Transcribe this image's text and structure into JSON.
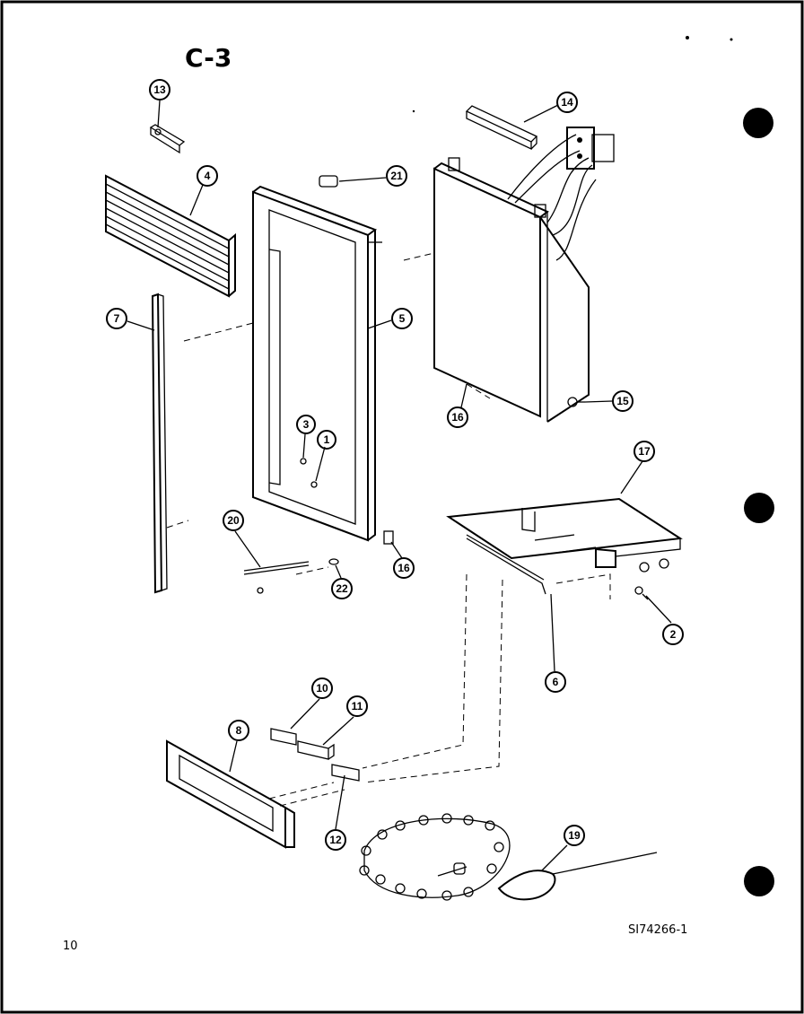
{
  "sheet_id": "C-3",
  "drawing_number": "SI74266-1",
  "page_number": "10",
  "callouts": [
    {
      "id": "c13",
      "label": "13"
    },
    {
      "id": "c14",
      "label": "14"
    },
    {
      "id": "c4",
      "label": "4"
    },
    {
      "id": "c21",
      "label": "21"
    },
    {
      "id": "c7",
      "label": "7"
    },
    {
      "id": "c5",
      "label": "5"
    },
    {
      "id": "c15",
      "label": "15"
    },
    {
      "id": "c16a",
      "label": "16"
    },
    {
      "id": "c3",
      "label": "3"
    },
    {
      "id": "c1",
      "label": "1"
    },
    {
      "id": "c17",
      "label": "17"
    },
    {
      "id": "c20",
      "label": "20"
    },
    {
      "id": "c16b",
      "label": "16"
    },
    {
      "id": "c22",
      "label": "22"
    },
    {
      "id": "c2",
      "label": "2"
    },
    {
      "id": "c6",
      "label": "6"
    },
    {
      "id": "c10",
      "label": "10"
    },
    {
      "id": "c11",
      "label": "11"
    },
    {
      "id": "c8",
      "label": "8"
    },
    {
      "id": "c12",
      "label": "12"
    },
    {
      "id": "c19",
      "label": "19"
    }
  ]
}
